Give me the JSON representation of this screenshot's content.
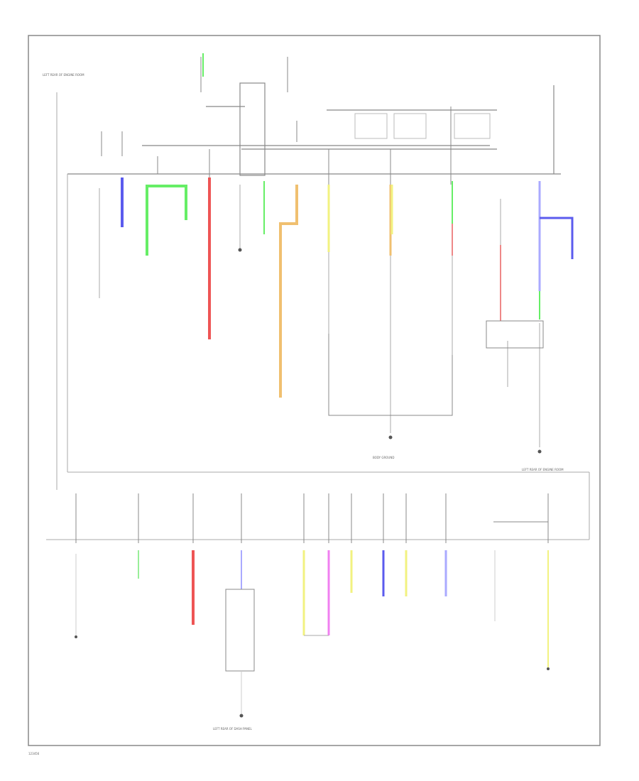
{
  "diagram": {
    "labels": {
      "ground_left": "LEFT REAR OF ENGINE ROOM",
      "ground_center": "BODY GROUND",
      "ground_right": "LEFT REAR OF ENGINE ROOM",
      "ground_bottom": "LEFT REAR OF DASH PANEL",
      "fig_id": "123456"
    },
    "colors": {
      "blue": "#5b5bee",
      "green": "#66ee66",
      "red": "#ee5555",
      "orange": "#f0c070",
      "yellow": "#f2f280",
      "pink": "#f080f0",
      "violet": "#aaaaff",
      "line": "#888888"
    }
  }
}
